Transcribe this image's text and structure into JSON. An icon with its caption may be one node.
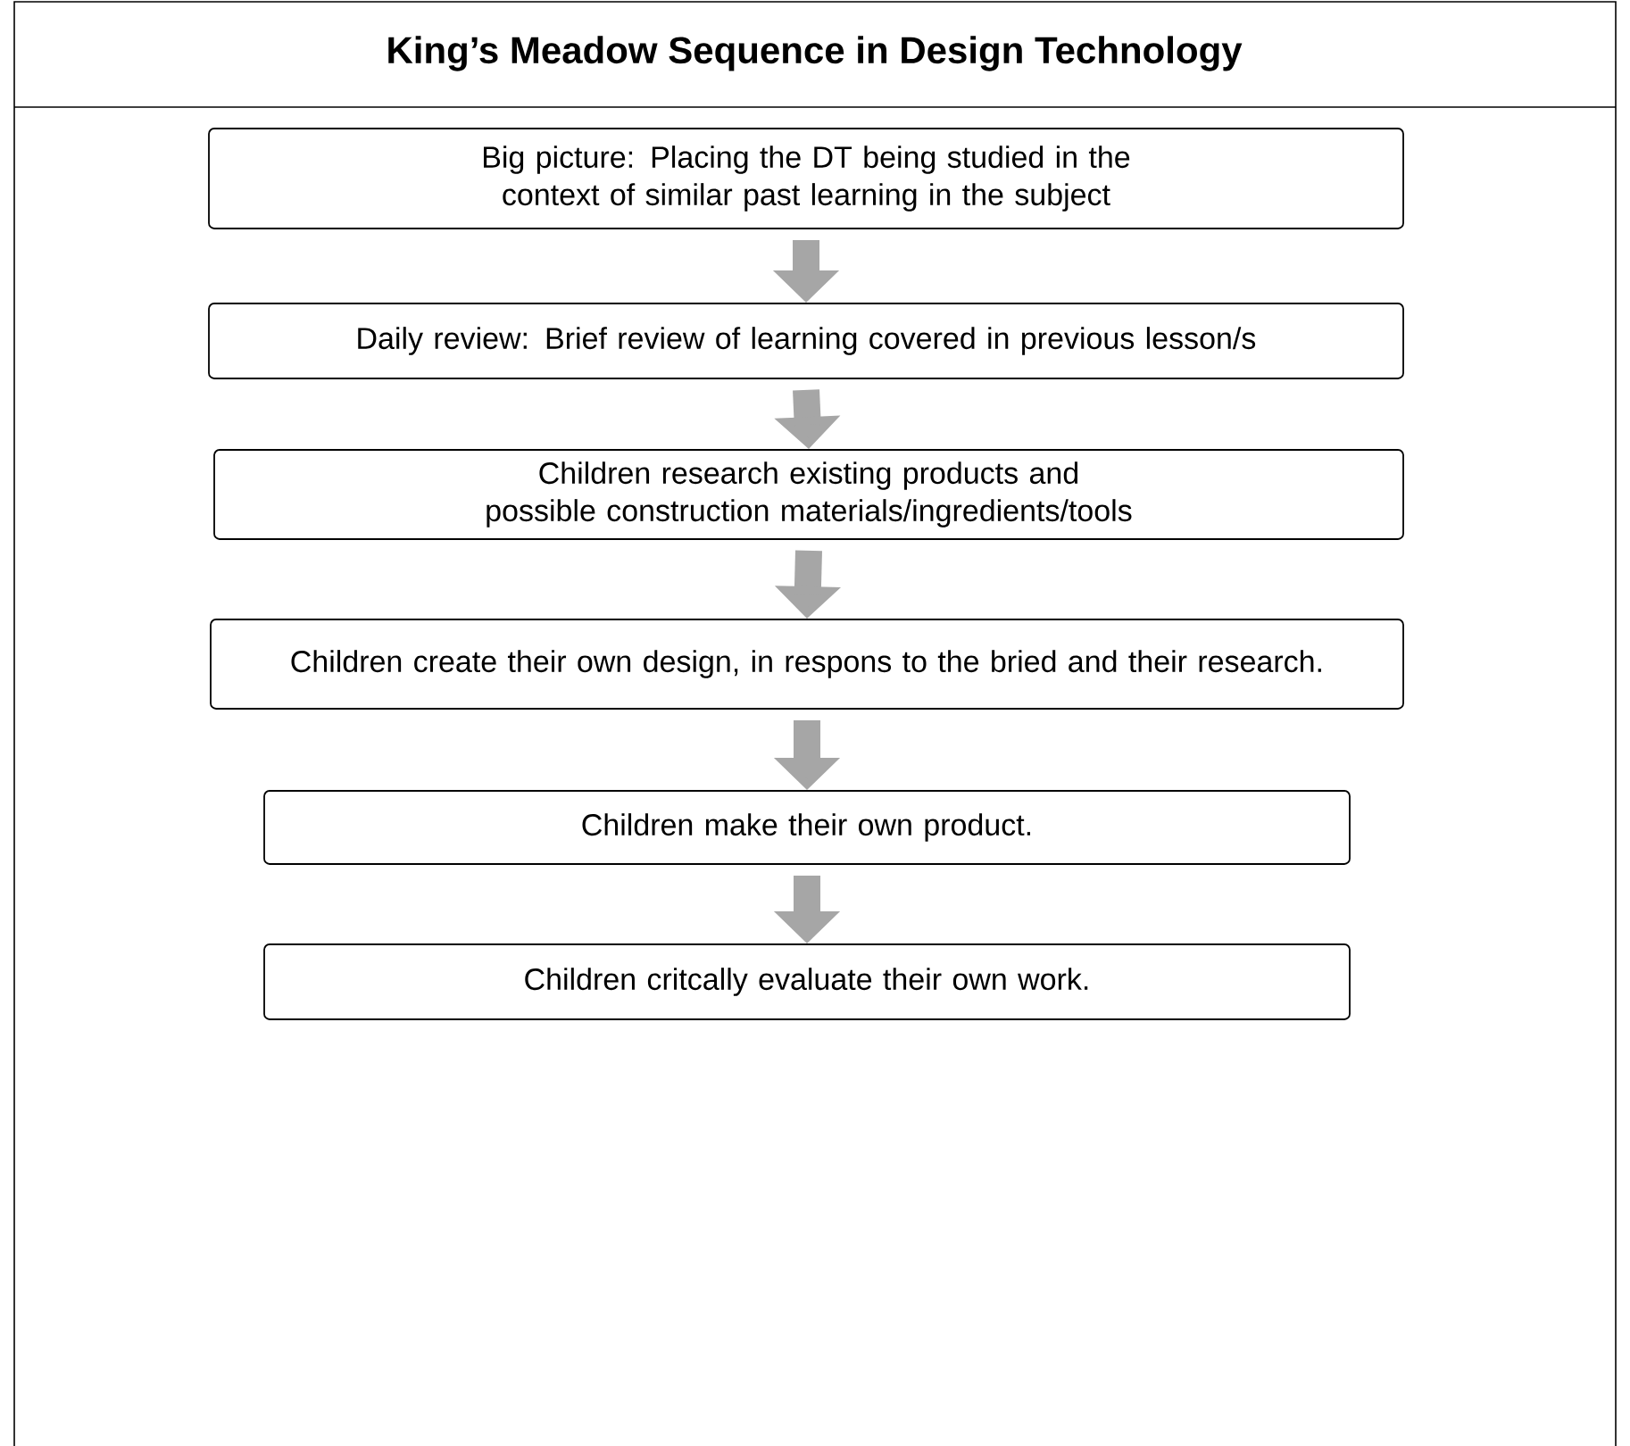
{
  "diagram": {
    "title": "King’s Meadow Sequence in Design Technology",
    "nodes": [
      {
        "text": [
          "Big picture: Placing the DT being studied in the context of similar past learning in the subject"
        ]
      },
      {
        "text": [
          "Daily review: Brief review of learning covered in previous lesson/s"
        ]
      },
      {
        "text": [
          "Children research existing products and possible construction materials/ingredients/tools"
        ]
      },
      {
        "text": [
          "Children create their own design, in respons to the bried and their research."
        ]
      },
      {
        "text": [
          "Children make their own product."
        ]
      },
      {
        "text": [
          "Children critcally evaluate their own work."
        ]
      }
    ],
    "edges": [
      {
        "from": 0,
        "to": 1,
        "arrow": "to"
      },
      {
        "from": 1,
        "to": 2,
        "arrow": "to"
      },
      {
        "from": 2,
        "to": 3,
        "arrow": "to"
      },
      {
        "from": 3,
        "to": 4,
        "arrow": "to"
      },
      {
        "from": 4,
        "to": 5,
        "arrow": "to"
      }
    ]
  }
}
